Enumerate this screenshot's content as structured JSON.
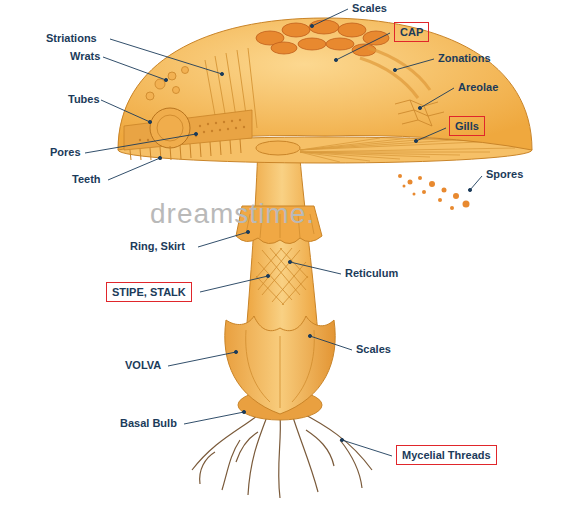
{
  "diagram": {
    "nodes": [
      {
        "text": [
          "CAP"
        ]
      },
      {
        "text": [
          "Gills"
        ]
      },
      {
        "text": [
          "STIPE, STALK"
        ]
      },
      {
        "text": [
          "Mycelial Threads"
        ]
      }
    ],
    "labels": [
      "Scales",
      "Striations",
      "Wrats",
      "Zonations",
      "Tubes",
      "Areolae",
      "Pores",
      "Spores",
      "Teeth",
      "dreamstime.",
      "Ring, Skirt",
      "Reticulum",
      "Scales",
      "VOLVA",
      "Basal Bulb"
    ]
  }
}
